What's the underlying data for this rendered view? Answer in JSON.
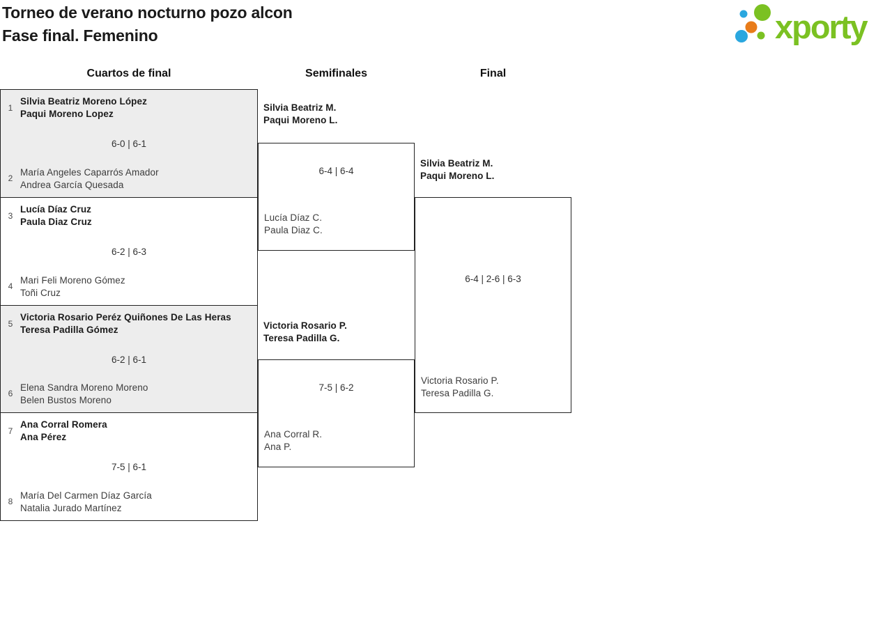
{
  "header": {
    "title_line1": "Torneo de verano nocturno pozo alcon",
    "title_line2": "Fase final. Femenino"
  },
  "logo": {
    "brand": "xporty",
    "colors": {
      "green": "#7bc122",
      "blue": "#2aa7df",
      "orange": "#e87c1a"
    }
  },
  "rounds": [
    {
      "label": "Cuartos de final"
    },
    {
      "label": "Semifinales"
    },
    {
      "label": "Final"
    }
  ],
  "bracket": {
    "quarterfinals": [
      {
        "seed_top": "1",
        "top": {
          "line1": "Silvia Beatriz Moreno López",
          "line2": "Paqui Moreno Lopez",
          "winner": true
        },
        "score": "6-0 | 6-1",
        "seed_bottom": "2",
        "bottom": {
          "line1": "María Angeles Caparrós Amador",
          "line2": "Andrea García Quesada",
          "winner": false
        }
      },
      {
        "seed_top": "3",
        "top": {
          "line1": "Lucía Díaz Cruz",
          "line2": "Paula Diaz Cruz",
          "winner": true
        },
        "score": "6-2 | 6-3",
        "seed_bottom": "4",
        "bottom": {
          "line1": "Mari Feli Moreno Gómez",
          "line2": "Toñi Cruz",
          "winner": false
        }
      },
      {
        "seed_top": "5",
        "top": {
          "line1": "Victoria Rosario Peréz Quiñones De Las Heras",
          "line2": "Teresa Padilla Gómez",
          "winner": true
        },
        "score": "6-2 | 6-1",
        "seed_bottom": "6",
        "bottom": {
          "line1": "Elena Sandra Moreno Moreno",
          "line2": "Belen Bustos Moreno",
          "winner": false
        }
      },
      {
        "seed_top": "7",
        "top": {
          "line1": "Ana Corral Romera",
          "line2": "Ana Pérez",
          "winner": true
        },
        "score": "7-5 | 6-1",
        "seed_bottom": "8",
        "bottom": {
          "line1": "María Del Carmen Díaz García",
          "line2": "Natalia Jurado Martínez",
          "winner": false
        }
      }
    ],
    "semifinals": [
      {
        "top": {
          "line1": "Silvia Beatriz M.",
          "line2": "Paqui Moreno L.",
          "winner": true
        },
        "score": "6-4 | 6-4",
        "bottom": {
          "line1": "Lucía Díaz C.",
          "line2": "Paula Diaz C.",
          "winner": false
        }
      },
      {
        "top": {
          "line1": "Victoria Rosario P.",
          "line2": "Teresa Padilla G.",
          "winner": true
        },
        "score": "7-5 | 6-2",
        "bottom": {
          "line1": "Ana Corral R.",
          "line2": "Ana P.",
          "winner": false
        }
      }
    ],
    "final": {
      "top": {
        "line1": "Silvia Beatriz M.",
        "line2": "Paqui Moreno L.",
        "winner": true
      },
      "score": "6-4 | 2-6 | 6-3",
      "bottom": {
        "line1": "Victoria Rosario P.",
        "line2": "Teresa Padilla G.",
        "winner": false
      }
    }
  }
}
